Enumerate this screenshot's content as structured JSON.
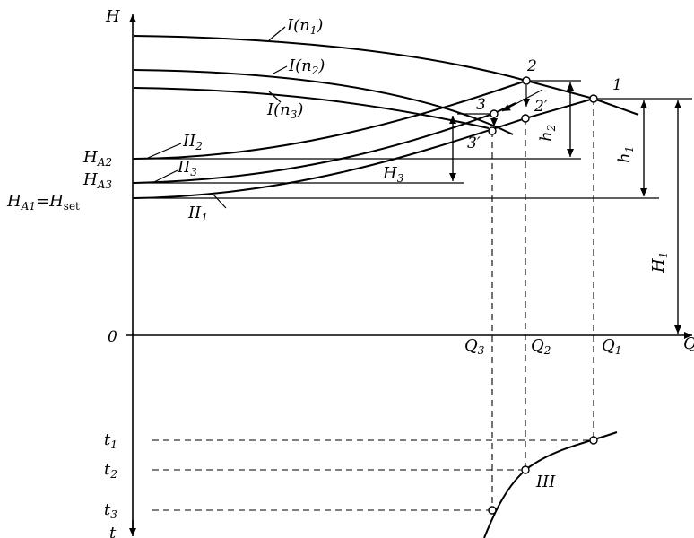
{
  "axes": {
    "h_axis": "H",
    "q_axis": "Q",
    "t_axis": "t",
    "origin": "0"
  },
  "curves": {
    "i_n1": "I(n",
    "i_n1_sub": "1",
    "i_n2": "I(n",
    "i_n2_sub": "2",
    "i_n3": "I(n",
    "i_n3_sub": "3",
    "close": ")",
    "ii": "II",
    "ii_2_sub": "2",
    "ii_3_sub": "3",
    "ii_1_sub": "1",
    "iii": "III"
  },
  "points": {
    "p1": "1",
    "p2": "2",
    "p2p": "2′",
    "p3": "3",
    "p3p": "3′"
  },
  "heights": {
    "ha2": "H",
    "ha2_sub": "A2",
    "ha3": "H",
    "ha3_sub": "A3",
    "ha1": "H",
    "ha1_sub": "A1",
    "ha1_eq": "=H",
    "ha1_set": "set",
    "h3": "H",
    "h3_sub": "3",
    "h_small_1": "h",
    "h_small_1_sub": "1",
    "h_small_2": "h",
    "h_small_2_sub": "2",
    "h_big_1": "H",
    "h_big_1_sub": "1"
  },
  "flows": {
    "q3": "Q",
    "q3_sub": "3",
    "q2": "Q",
    "q2_sub": "2",
    "q1": "Q",
    "q1_sub": "1"
  },
  "times": {
    "t1": "t",
    "t1_sub": "1",
    "t2": "t",
    "t2_sub": "2",
    "t3": "t",
    "t3_sub": "3"
  }
}
